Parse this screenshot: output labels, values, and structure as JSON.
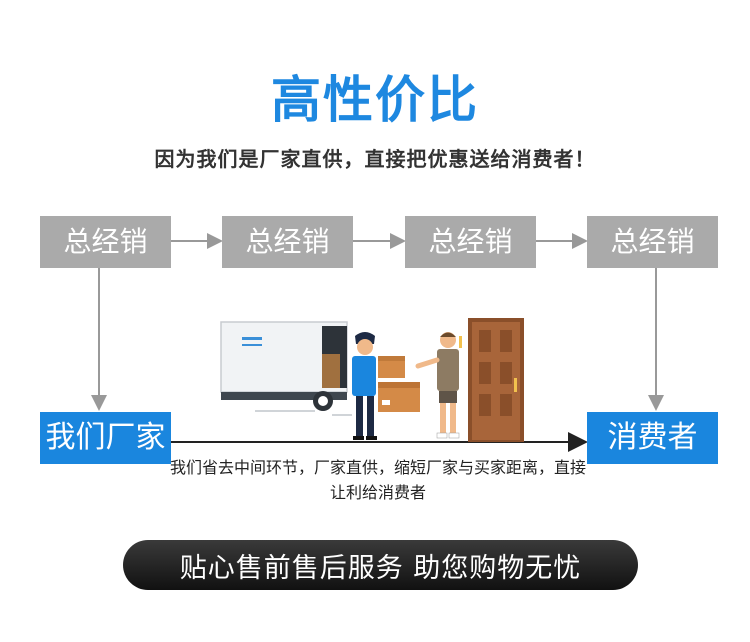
{
  "title": "高性价比",
  "subtitle": "因为我们是厂家直供，直接把优惠送给消费者！",
  "distributors": [
    "总经销",
    "总经销",
    "总经销",
    "总经销"
  ],
  "factory_label": "我们厂家",
  "consumer_label": "消费者",
  "caption": "我们省去中间环节，厂家直供，缩短厂家与买家距离，直接让利给消费者",
  "banner": "贴心售前售后服务 助您购物无忧",
  "colors": {
    "accent": "#1a86de",
    "gray_box": "#aaaaaa",
    "banner_bg": "#1b1b1b"
  }
}
